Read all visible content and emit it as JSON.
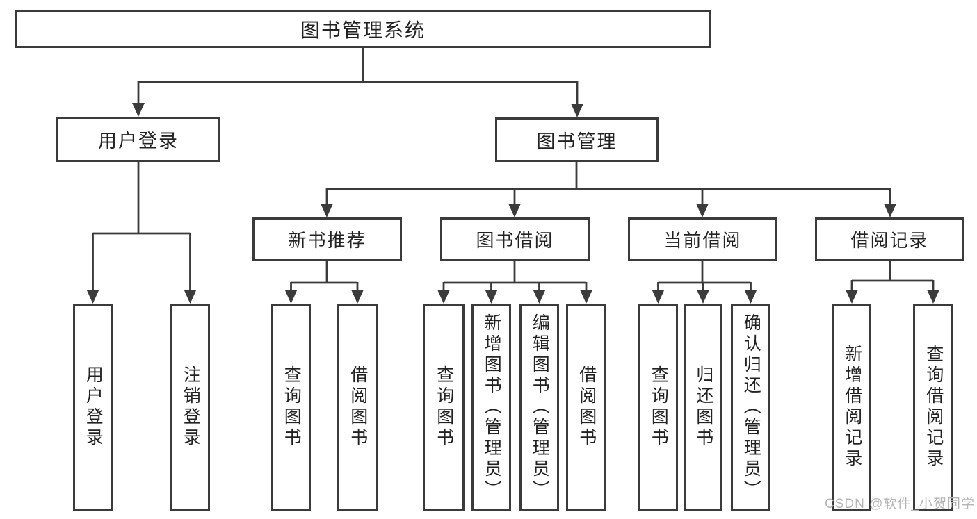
{
  "diagram": {
    "title": "图书管理系统",
    "branches": [
      {
        "label": "用户登录",
        "leaves": [
          "用户登录",
          "注销登录"
        ]
      },
      {
        "label": "图书管理",
        "sections": [
          {
            "label": "新书推荐",
            "leaves": [
              "查询图书",
              "借阅图书"
            ]
          },
          {
            "label": "图书借阅",
            "leaves": [
              "查询图书",
              "新增图书（管理员）",
              "编辑图书（管理员）",
              "借阅图书"
            ]
          },
          {
            "label": "当前借阅",
            "leaves": [
              "查询图书",
              "归还图书",
              "确认归还（管理员）"
            ]
          },
          {
            "label": "借阅记录",
            "leaves": [
              "新增借阅记录",
              "查询借阅记录"
            ]
          }
        ]
      }
    ],
    "watermark": {
      "text": "CSDN @软件_小贺同学"
    },
    "colors": {
      "line": "#3b3b3b",
      "text": "#222222",
      "watermark": "#b5b5b5",
      "background": "#ffffff"
    }
  }
}
